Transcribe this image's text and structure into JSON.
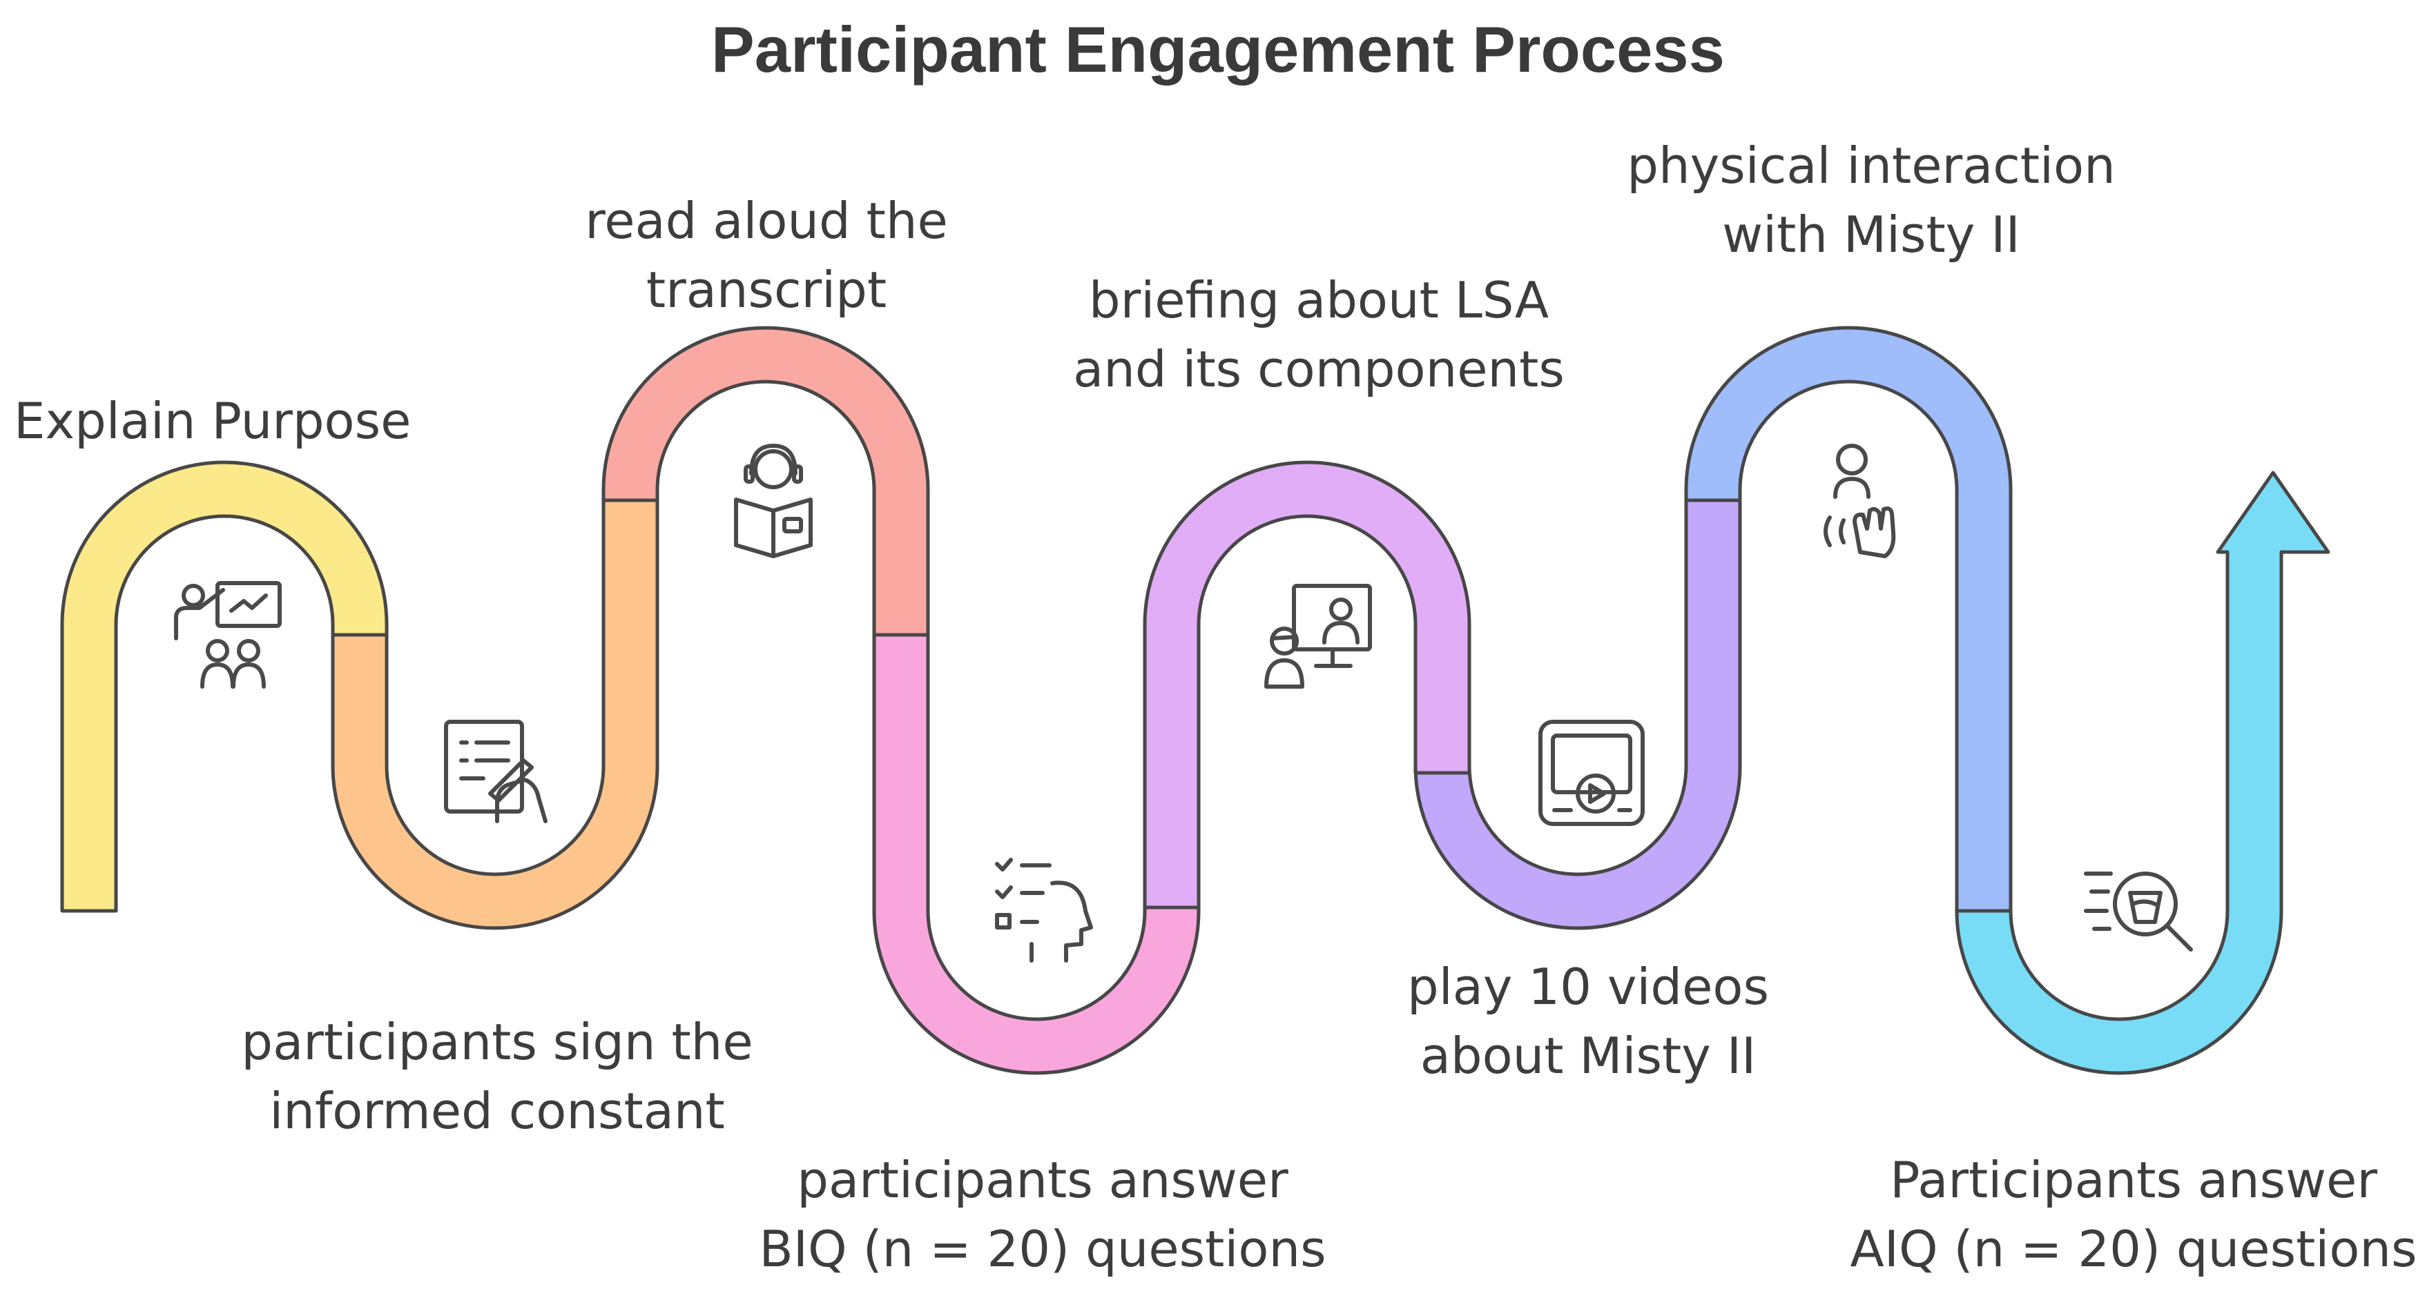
{
  "title": "Participant Engagement Process",
  "steps": [
    {
      "id": "explain",
      "lines": [
        "Explain Purpose"
      ],
      "color": "#fbe98a",
      "icon": "presenter-audience-icon"
    },
    {
      "id": "sign",
      "lines": [
        "participants sign the",
        "informed constant"
      ],
      "color": "#fdc58c",
      "icon": "sign-document-icon"
    },
    {
      "id": "read",
      "lines": [
        "read aloud the",
        "transcript"
      ],
      "color": "#f9a9a2",
      "icon": "reader-headset-icon"
    },
    {
      "id": "biq",
      "lines": [
        "participants answer",
        "BIQ (n = 20) questions"
      ],
      "color": "#f9a6dd",
      "icon": "checklist-head-icon"
    },
    {
      "id": "brief",
      "lines": [
        "briefing about LSA",
        "and its components"
      ],
      "color": "#e2adf7",
      "icon": "presentation-screen-icon"
    },
    {
      "id": "videos",
      "lines": [
        "play 10 videos",
        "about Misty II"
      ],
      "color": "#c1a8fb",
      "icon": "video-player-icon"
    },
    {
      "id": "physical",
      "lines": [
        "physical interaction",
        "with Misty II"
      ],
      "color": "#9fbcfb",
      "icon": "touch-gesture-icon"
    },
    {
      "id": "aiq",
      "lines": [
        "Participants answer",
        "AIQ (n = 20) questions"
      ],
      "color": "#78dcf6",
      "icon": "search-analysis-icon"
    }
  ],
  "outline_color": "#474747"
}
